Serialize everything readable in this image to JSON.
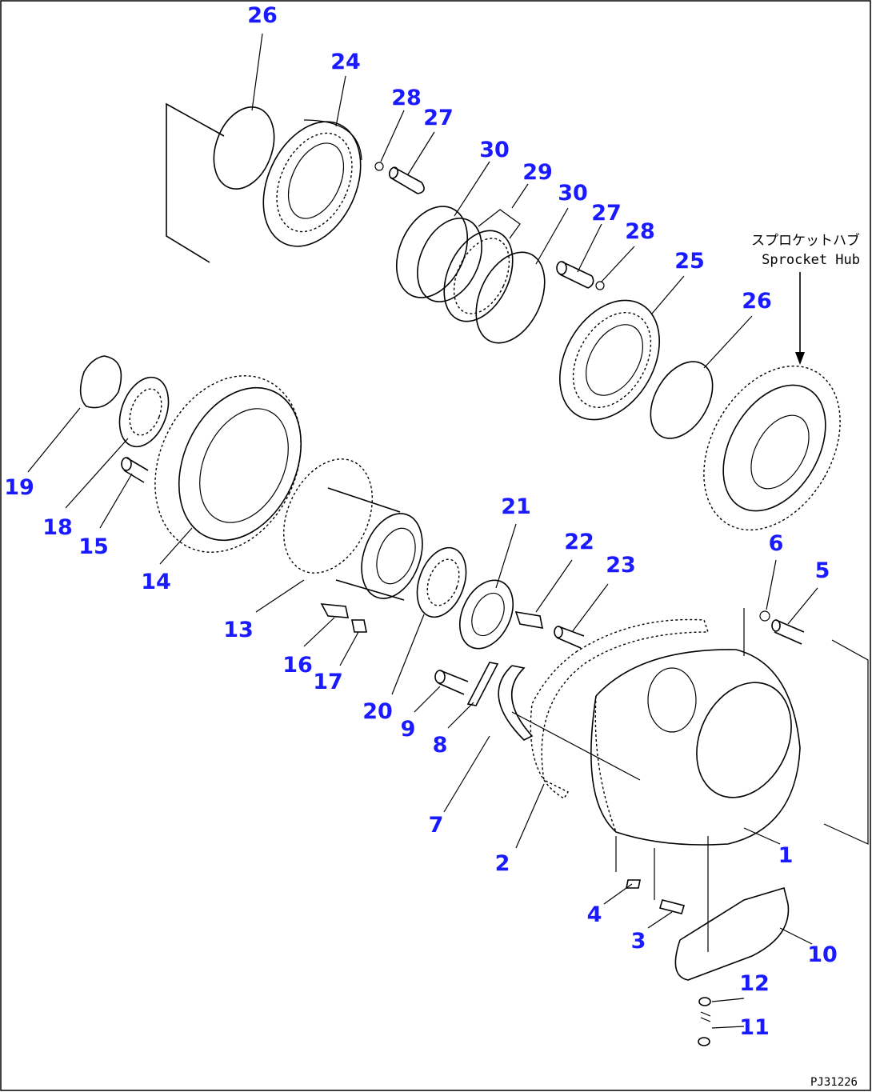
{
  "colors": {
    "number": "#1a1aff",
    "line": "#000000"
  },
  "annotation": {
    "ja": "スプロケットハブ",
    "en": "Sprocket Hub"
  },
  "drawing_code": "PJ31226",
  "parts": [
    {
      "id": "p26a",
      "label": "26"
    },
    {
      "id": "p24",
      "label": "24"
    },
    {
      "id": "p28a",
      "label": "28"
    },
    {
      "id": "p27a",
      "label": "27"
    },
    {
      "id": "p30a",
      "label": "30"
    },
    {
      "id": "p29",
      "label": "29"
    },
    {
      "id": "p30b",
      "label": "30"
    },
    {
      "id": "p27b",
      "label": "27"
    },
    {
      "id": "p28b",
      "label": "28"
    },
    {
      "id": "p25",
      "label": "25"
    },
    {
      "id": "p26b",
      "label": "26"
    },
    {
      "id": "p19",
      "label": "19"
    },
    {
      "id": "p18",
      "label": "18"
    },
    {
      "id": "p15",
      "label": "15"
    },
    {
      "id": "p14",
      "label": "14"
    },
    {
      "id": "p13",
      "label": "13"
    },
    {
      "id": "p16",
      "label": "16"
    },
    {
      "id": "p17",
      "label": "17"
    },
    {
      "id": "p20",
      "label": "20"
    },
    {
      "id": "p21",
      "label": "21"
    },
    {
      "id": "p22",
      "label": "22"
    },
    {
      "id": "p23",
      "label": "23"
    },
    {
      "id": "p6",
      "label": "6"
    },
    {
      "id": "p5",
      "label": "5"
    },
    {
      "id": "p9",
      "label": "9"
    },
    {
      "id": "p8",
      "label": "8"
    },
    {
      "id": "p7",
      "label": "7"
    },
    {
      "id": "p2",
      "label": "2"
    },
    {
      "id": "p1",
      "label": "1"
    },
    {
      "id": "p4",
      "label": "4"
    },
    {
      "id": "p3",
      "label": "3"
    },
    {
      "id": "p10",
      "label": "10"
    },
    {
      "id": "p12",
      "label": "12"
    },
    {
      "id": "p11",
      "label": "11"
    }
  ]
}
